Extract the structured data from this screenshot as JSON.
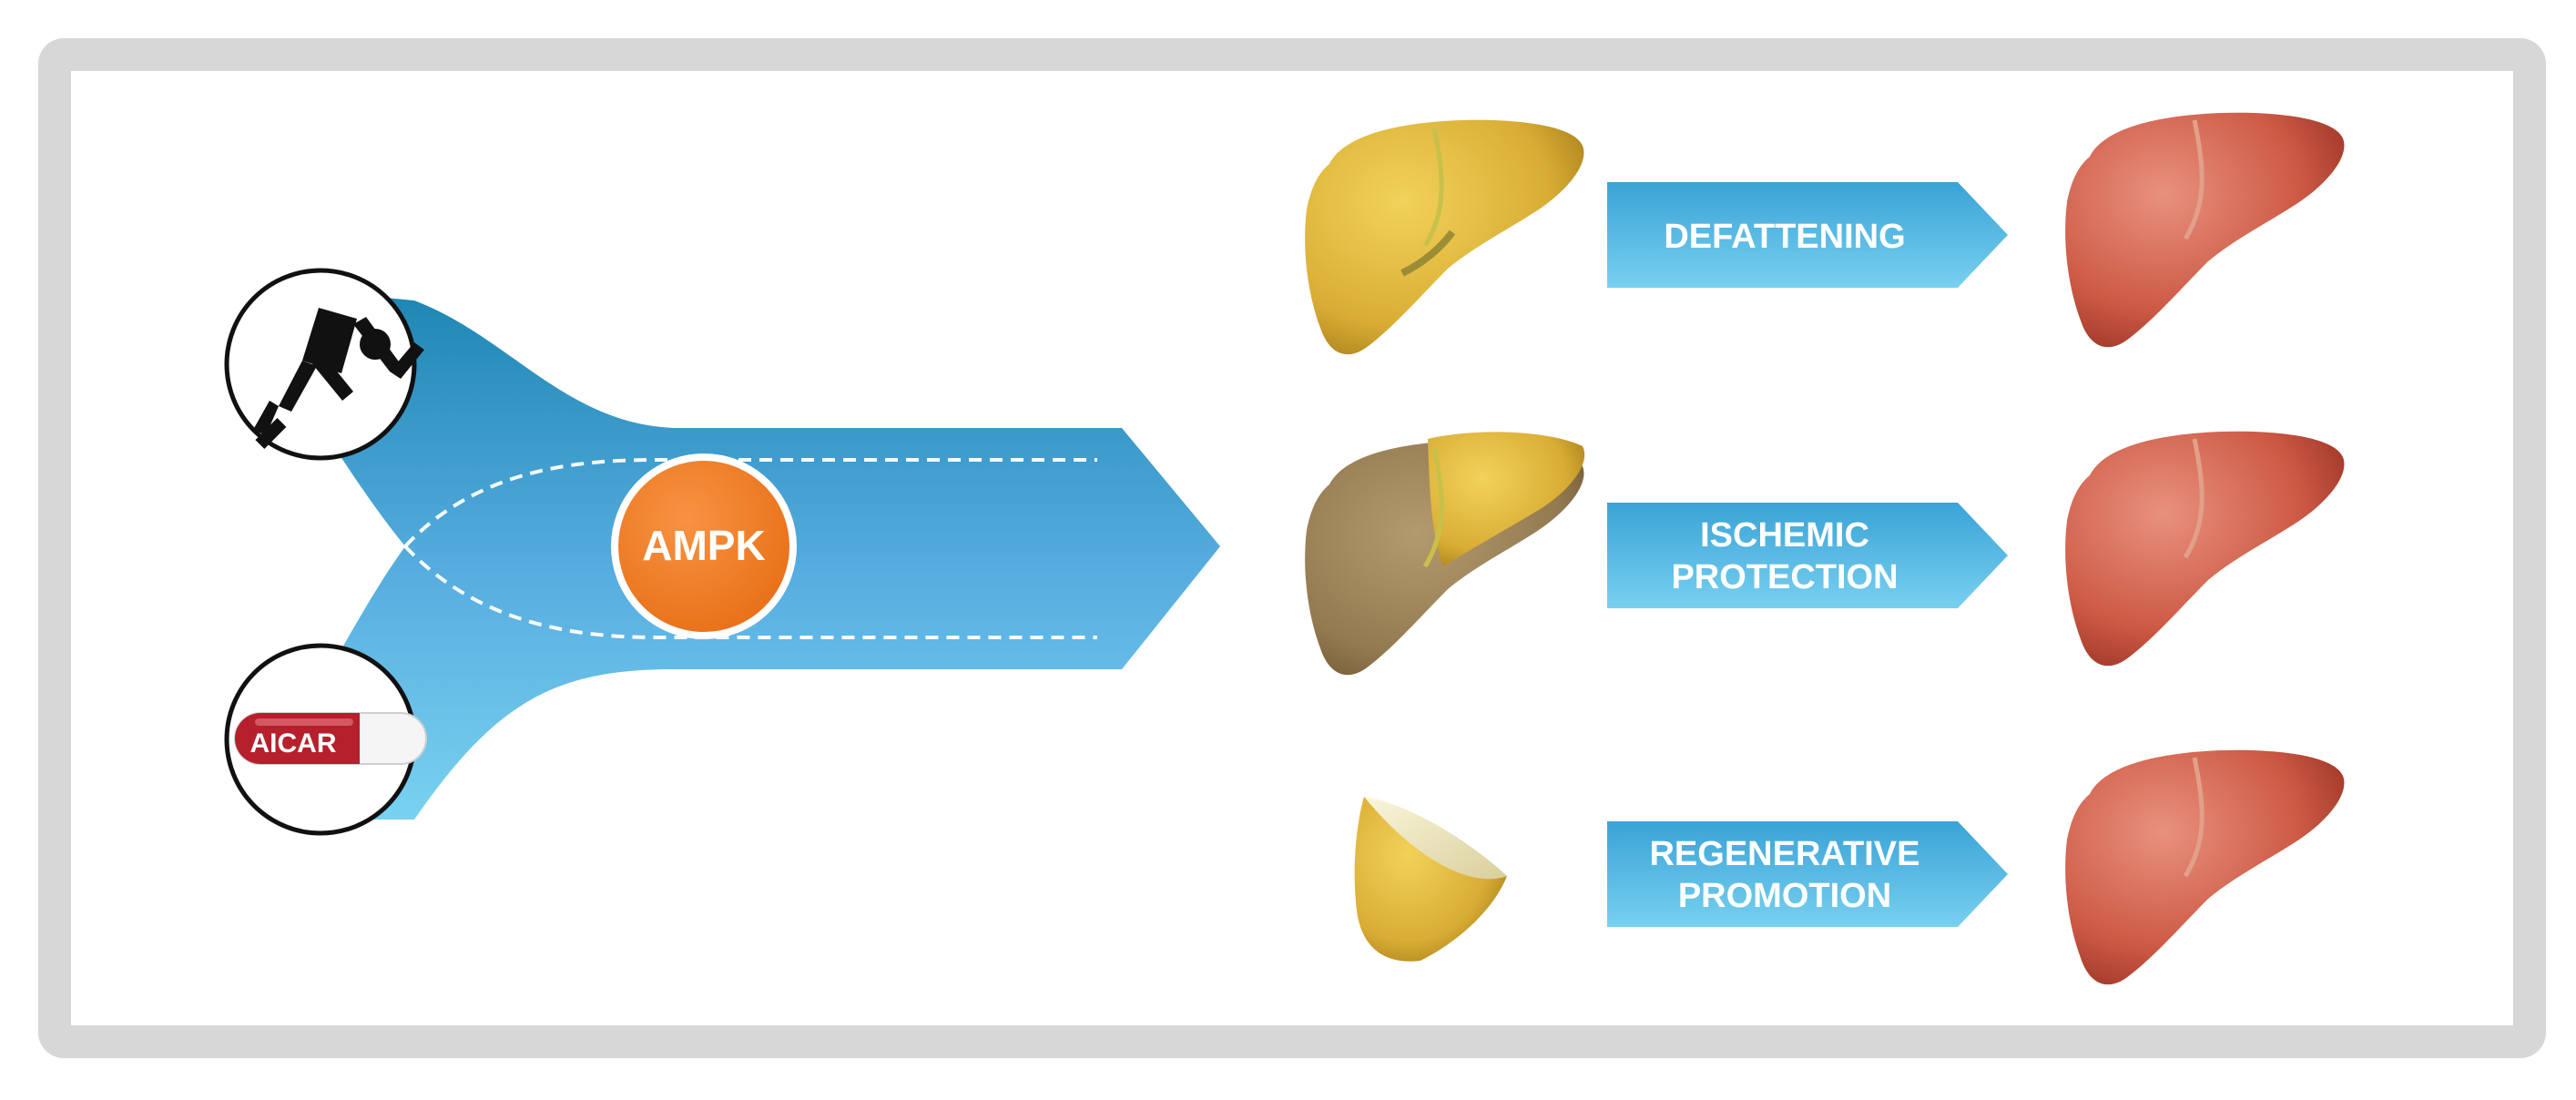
{
  "center": {
    "label": "AMPK"
  },
  "inputs": {
    "exercise_icon": "running-person-icon",
    "drug_label": "AICAR"
  },
  "outcomes": [
    {
      "line1": "DEFATTENING",
      "line2": "",
      "from": "fatty-liver",
      "to": "healthy-liver"
    },
    {
      "line1": "ISCHEMIC",
      "line2": "PROTECTION",
      "from": "ischemic-liver",
      "to": "healthy-liver"
    },
    {
      "line1": "REGENERATIVE",
      "line2": "PROMOTION",
      "from": "liver-remnant",
      "to": "healthy-liver"
    }
  ],
  "colors": {
    "frame": "#d6d7d6",
    "ampk": "#f07f25",
    "arrow_dark": "#2a8fbd",
    "arrow_light": "#6fcdef",
    "fatty_liver": "#dcb33a",
    "healthy_liver": "#cd5a45",
    "capsule_red": "#b5202c"
  }
}
